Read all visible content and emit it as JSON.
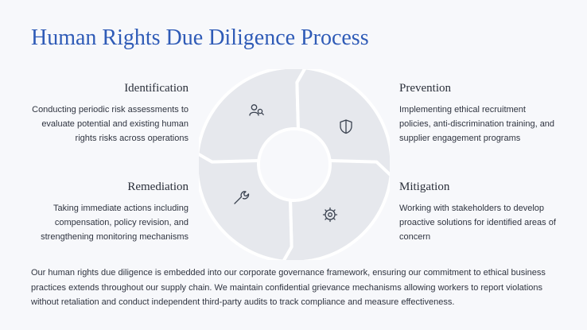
{
  "title": "Human Rights Due Diligence Process",
  "steps": {
    "identification": {
      "heading": "Identification",
      "text": "Conducting periodic risk assessments to evaluate potential and existing human rights risks across operations",
      "icon": "users-search-icon"
    },
    "prevention": {
      "heading": "Prevention",
      "text": "Implementing ethical recruitment policies, anti-discrimination training, and supplier engagement programs",
      "icon": "shield-icon"
    },
    "remediation": {
      "heading": "Remediation",
      "text": "Taking immediate actions including compensation, policy revision, and strengthening monitoring mechanisms",
      "icon": "wrench-icon"
    },
    "mitigation": {
      "heading": "Mitigation",
      "text": "Working with stakeholders to develop proactive solutions for identified areas of concern",
      "icon": "gear-icon"
    }
  },
  "footer": "Our human rights due diligence is embedded into our corporate governance framework, ensuring our commitment to ethical business practices extends throughout our supply chain. We maintain confidential grievance mechanisms allowing workers to report violations without retaliation and conduct independent third-party audits to track compliance and measure effectiveness.",
  "colors": {
    "title": "#2f5bb7",
    "segment_fill": "#e6e8ed",
    "segment_border": "#ffffff",
    "icon": "#3a4250",
    "background": "#f7f8fb"
  }
}
